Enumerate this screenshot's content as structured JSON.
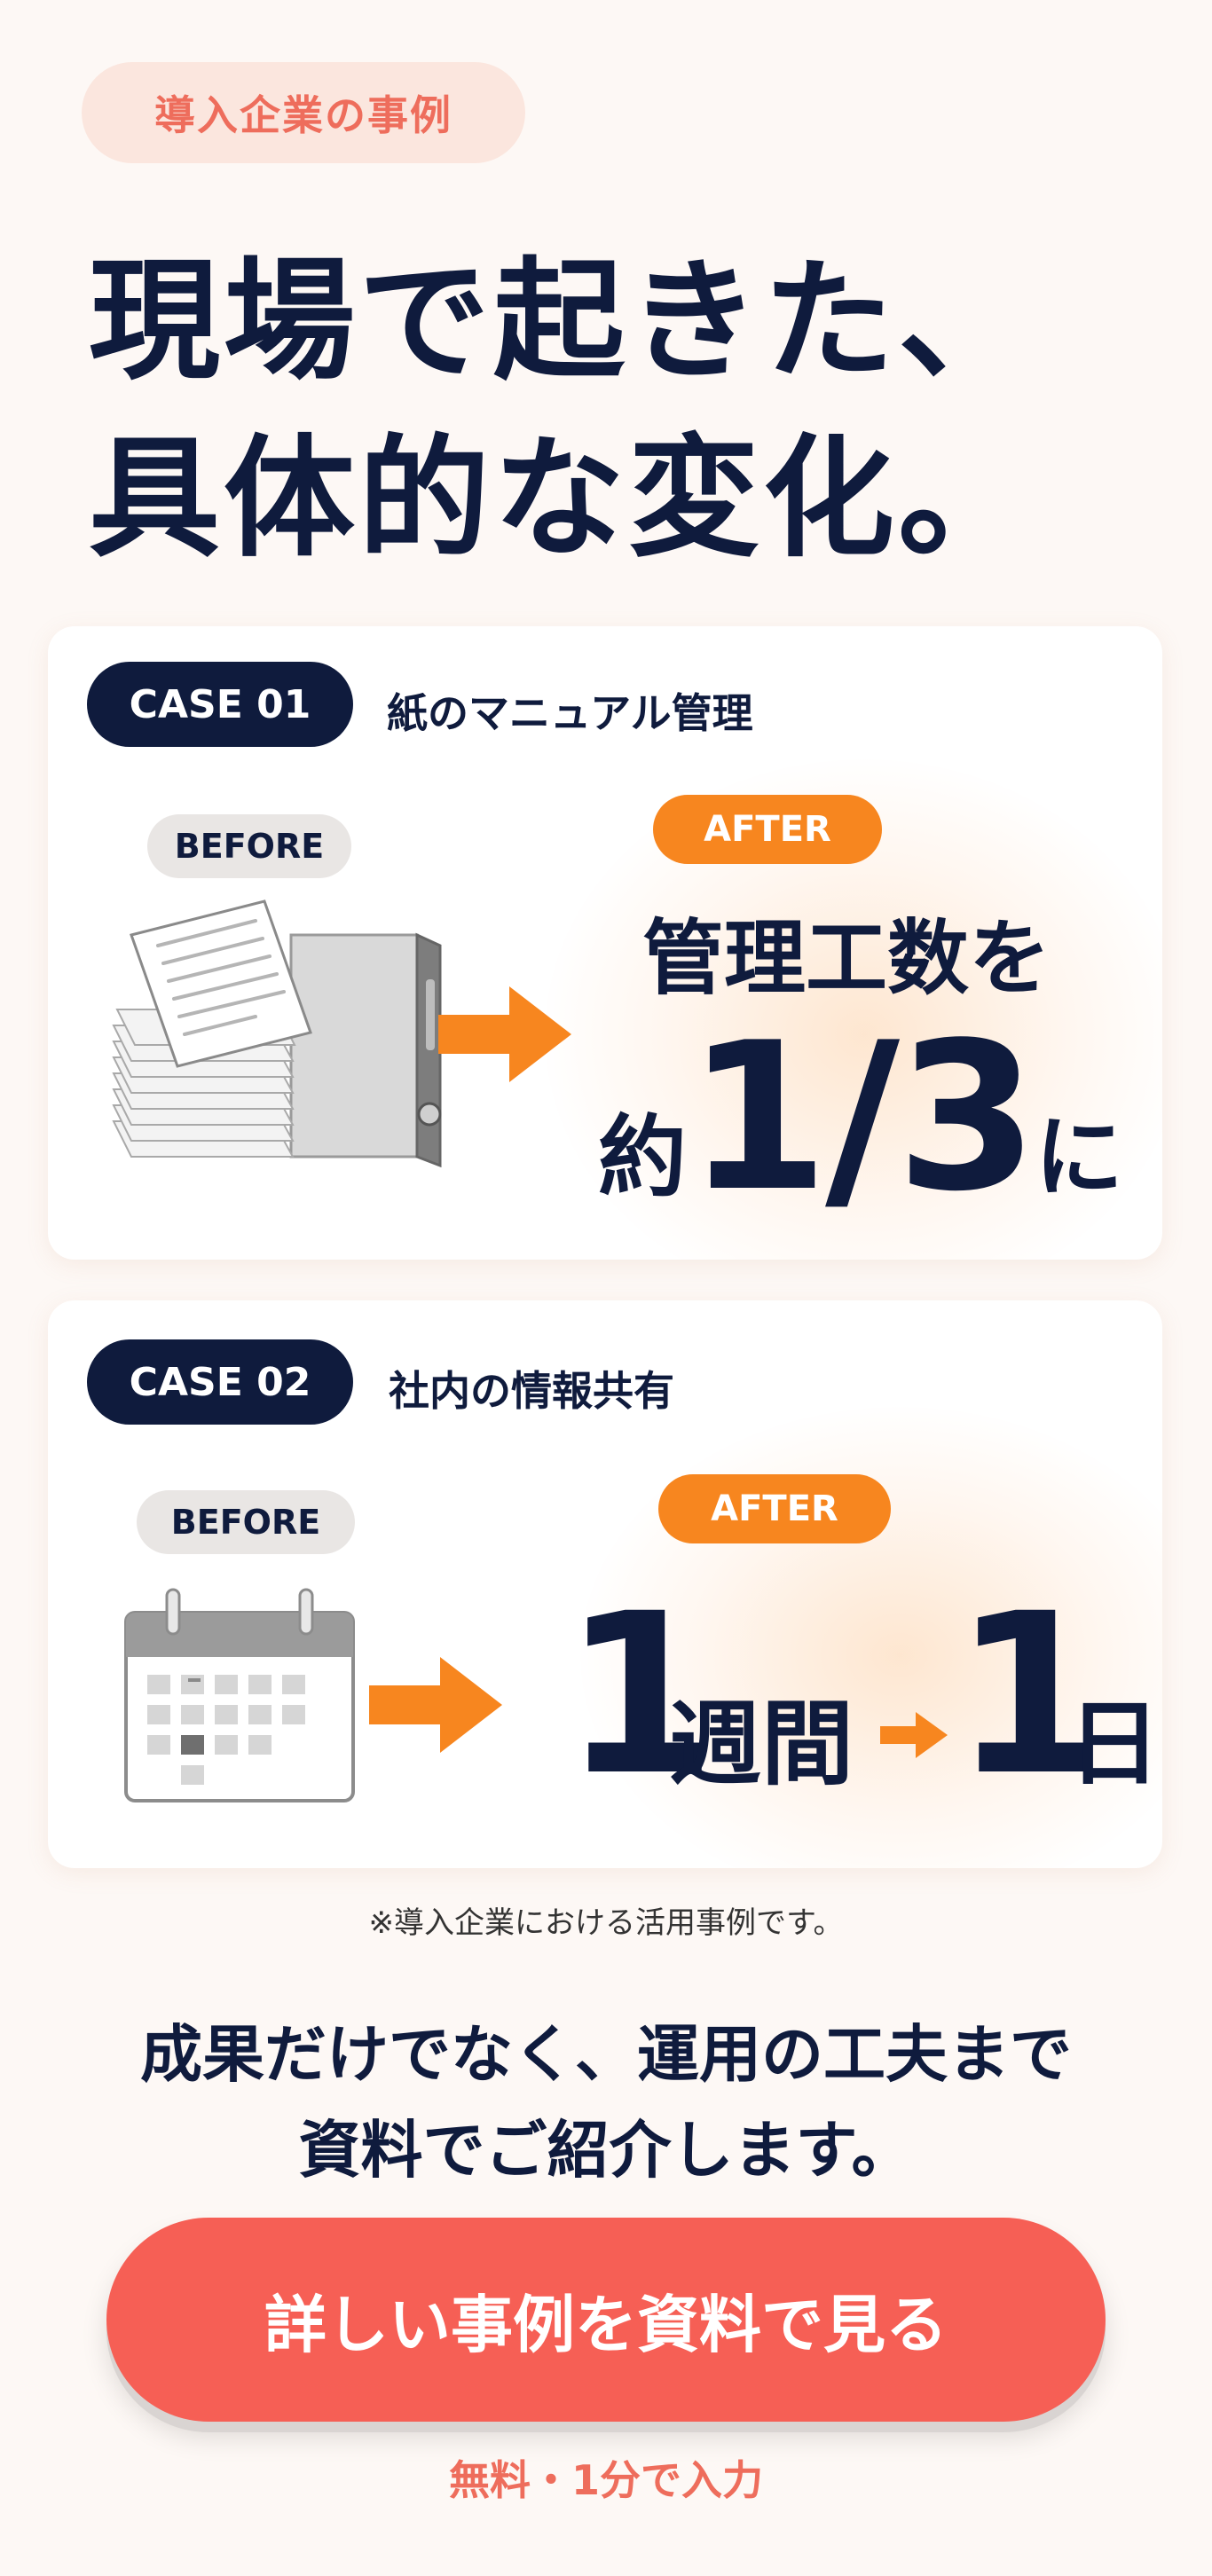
{
  "header": {
    "badge": "導入企業の事例",
    "headline_line1": "現場で起きた、",
    "headline_line2": "具体的な変化。"
  },
  "cases": [
    {
      "label": "CASE 01",
      "title": "紙のマニュアル管理",
      "before_label": "BEFORE",
      "after_label": "AFTER",
      "before_illustration": "paper-stack-and-binder-icon",
      "result_line1": "管理工数を",
      "result_prefix": "約",
      "result_value": "1/3",
      "result_suffix": "に"
    },
    {
      "label": "CASE 02",
      "title": "社内の情報共有",
      "before_label": "BEFORE",
      "after_label": "AFTER",
      "before_illustration": "calendar-icon",
      "result_from_value": "1",
      "result_from_unit": "週間",
      "result_to_value": "1",
      "result_to_unit": "日"
    }
  ],
  "footnote": "※導入企業における活用事例です。",
  "lead_line1": "成果だけでなく、運用の工夫まで",
  "lead_line2": "資料でご紹介します。",
  "cta": {
    "label": "詳しい事例を資料で見る",
    "sub": "無料・1分で入力"
  },
  "colors": {
    "navy": "#0f1b3d",
    "orange": "#f7861f",
    "coral": "#f65f55",
    "badge_bg": "#fbe6de"
  }
}
